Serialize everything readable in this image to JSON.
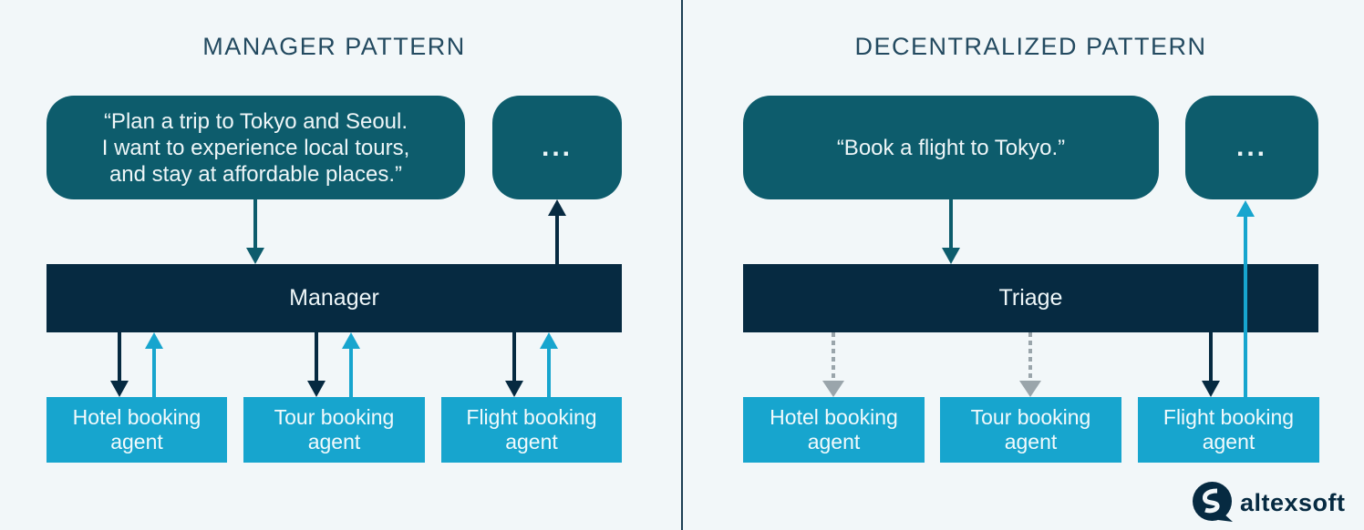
{
  "colors": {
    "bg": "#f2f7f9",
    "teal": "#0d5c6c",
    "navy": "#062a41",
    "cyan": "#17a5ce",
    "gray": "#9aa5ab",
    "title": "#234a60",
    "light": "#eef6f8",
    "divider": "#1c3e54"
  },
  "panels": [
    {
      "title": "MANAGER PATTERN",
      "quote": "“Plan a trip to Tokyo and Seoul.\nI want to experience local tours,\nand stay at affordable places.”",
      "ellipsis": "...",
      "bar_label": "Manager",
      "agents": [
        {
          "label": "Hotel booking agent"
        },
        {
          "label": "Tour booking agent"
        },
        {
          "label": "Flight booking agent"
        }
      ]
    },
    {
      "title": "DECENTRALIZED PATTERN",
      "quote": "“Book a flight to Tokyo.”",
      "ellipsis": "...",
      "bar_label": "Triage",
      "agents": [
        {
          "label": "Hotel booking agent"
        },
        {
          "label": "Tour booking agent"
        },
        {
          "label": "Flight booking agent"
        }
      ]
    }
  ],
  "logo": {
    "text": "altexsoft"
  }
}
